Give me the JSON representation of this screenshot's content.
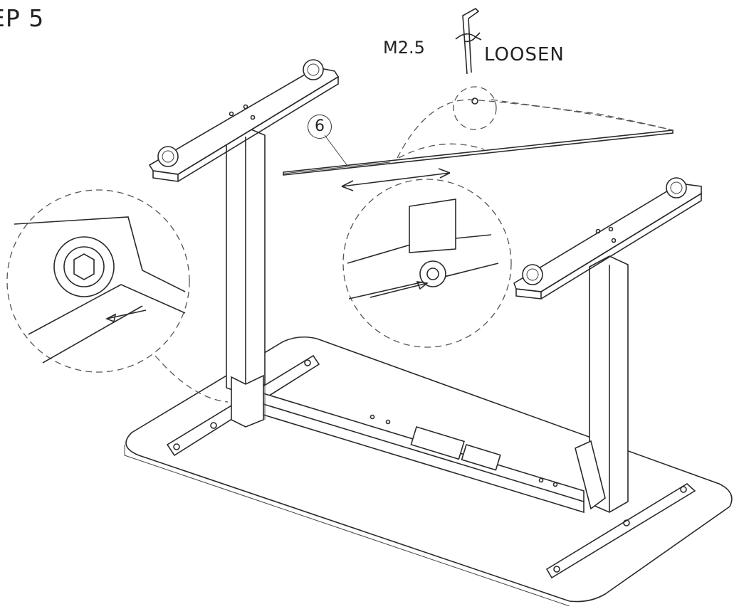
{
  "title": "EP 5",
  "tool": {
    "size_label": "M2.5",
    "action_label": "LOOSEN",
    "icon": "hex-key-icon"
  },
  "callout": {
    "number": "6"
  },
  "colors": {
    "line": "#2a2a2a",
    "background": "#ffffff"
  }
}
